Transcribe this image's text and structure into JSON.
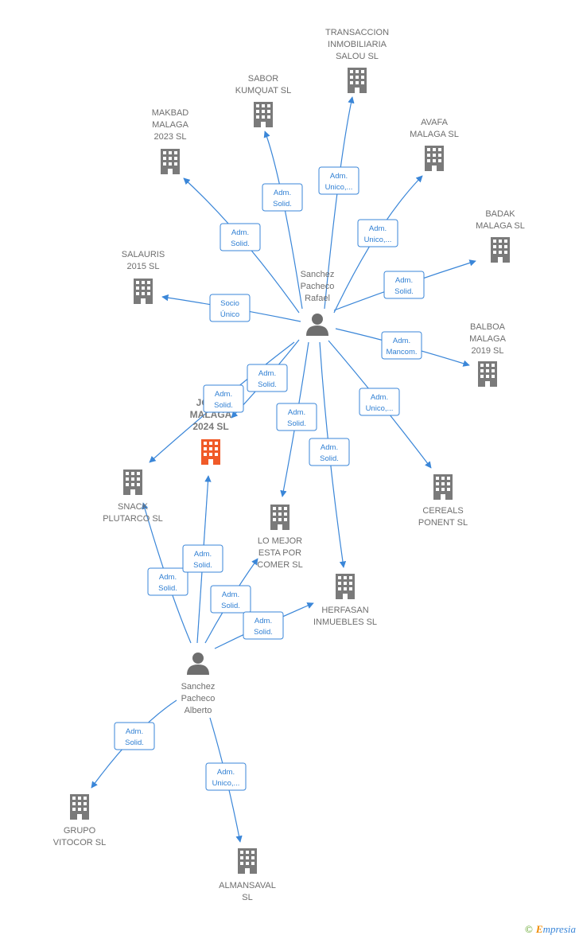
{
  "colors": {
    "company": "#7a7a7a",
    "focus_company": "#f05a28",
    "person": "#6e6e6e",
    "edge": "#3a86d8"
  },
  "nodes": [
    {
      "id": "rafael",
      "kind": "person",
      "lines": [
        "Sanchez",
        "Pacheco",
        "Rafael"
      ]
    },
    {
      "id": "alberto",
      "kind": "person",
      "lines": [
        "Sanchez",
        "Pacheco",
        "Alberto"
      ]
    },
    {
      "id": "jobdi",
      "kind": "focus",
      "lines": [
        "JOBDI",
        "MALAGA",
        "2024  SL"
      ]
    },
    {
      "id": "transaccion",
      "kind": "company",
      "lines": [
        "TRANSACCION",
        "INMOBILIARIA",
        "SALOU  SL"
      ]
    },
    {
      "id": "sabor",
      "kind": "company",
      "lines": [
        "SABOR",
        "KUMQUAT  SL"
      ]
    },
    {
      "id": "makbad",
      "kind": "company",
      "lines": [
        "MAKBAD",
        "MALAGA",
        "2023  SL"
      ]
    },
    {
      "id": "avafa",
      "kind": "company",
      "lines": [
        "AVAFA",
        "MALAGA  SL"
      ]
    },
    {
      "id": "badak",
      "kind": "company",
      "lines": [
        "BADAK",
        "MALAGA  SL"
      ]
    },
    {
      "id": "salauris",
      "kind": "company",
      "lines": [
        "SALAURIS",
        "2015  SL"
      ]
    },
    {
      "id": "balboa",
      "kind": "company",
      "lines": [
        "BALBOA",
        "MALAGA",
        "2019  SL"
      ]
    },
    {
      "id": "snack",
      "kind": "company",
      "lines": [
        "SNACK",
        "PLUTARCO  SL"
      ]
    },
    {
      "id": "lomejor",
      "kind": "company",
      "lines": [
        "LO MEJOR",
        "ESTA POR",
        "COMER  SL"
      ]
    },
    {
      "id": "cereals",
      "kind": "company",
      "lines": [
        "CEREALS",
        "PONENT SL"
      ]
    },
    {
      "id": "herfasan",
      "kind": "company",
      "lines": [
        "HERFASAN",
        "INMUEBLES  SL"
      ]
    },
    {
      "id": "grupo",
      "kind": "company",
      "lines": [
        "GRUPO",
        "VITOCOR  SL"
      ]
    },
    {
      "id": "almansaval",
      "kind": "company",
      "lines": [
        "ALMANSAVAL",
        "SL"
      ]
    }
  ],
  "edges": [
    {
      "from": "rafael",
      "to": "transaccion",
      "label": [
        "Adm.",
        "Unico,..."
      ]
    },
    {
      "from": "rafael",
      "to": "sabor",
      "label": [
        "Adm.",
        "Solid."
      ]
    },
    {
      "from": "rafael",
      "to": "makbad",
      "label": [
        "Adm.",
        "Solid."
      ]
    },
    {
      "from": "rafael",
      "to": "avafa",
      "label": [
        "Adm.",
        "Unico,..."
      ]
    },
    {
      "from": "rafael",
      "to": "badak",
      "label": [
        "Adm.",
        "Solid."
      ]
    },
    {
      "from": "rafael",
      "to": "salauris",
      "label": [
        "Socio",
        "Único"
      ]
    },
    {
      "from": "rafael",
      "to": "balboa",
      "label": [
        "Adm.",
        "Mancom."
      ]
    },
    {
      "from": "rafael",
      "to": "jobdi",
      "label": [
        "Adm.",
        "Solid."
      ]
    },
    {
      "from": "rafael",
      "to": "snack",
      "label": [
        "Adm.",
        "Solid."
      ]
    },
    {
      "from": "rafael",
      "to": "lomejor",
      "label": [
        "Adm.",
        "Solid."
      ]
    },
    {
      "from": "rafael",
      "to": "herfasan",
      "label": [
        "Adm.",
        "Solid."
      ]
    },
    {
      "from": "rafael",
      "to": "cereals",
      "label": [
        "Adm.",
        "Unico,..."
      ]
    },
    {
      "from": "alberto",
      "to": "snack",
      "label": [
        "Adm.",
        "Solid."
      ]
    },
    {
      "from": "alberto",
      "to": "jobdi",
      "label": [
        "Adm.",
        "Solid."
      ]
    },
    {
      "from": "alberto",
      "to": "lomejor",
      "label": [
        "Adm.",
        "Solid."
      ]
    },
    {
      "from": "alberto",
      "to": "herfasan",
      "label": [
        "Adm.",
        "Solid."
      ]
    },
    {
      "from": "alberto",
      "to": "grupo",
      "label": [
        "Adm.",
        "Solid."
      ]
    },
    {
      "from": "alberto",
      "to": "almansaval",
      "label": [
        "Adm.",
        "Unico,..."
      ]
    }
  ],
  "footer": {
    "copyright": "©",
    "brand_initial": "E",
    "brand_rest": "mpresia"
  }
}
